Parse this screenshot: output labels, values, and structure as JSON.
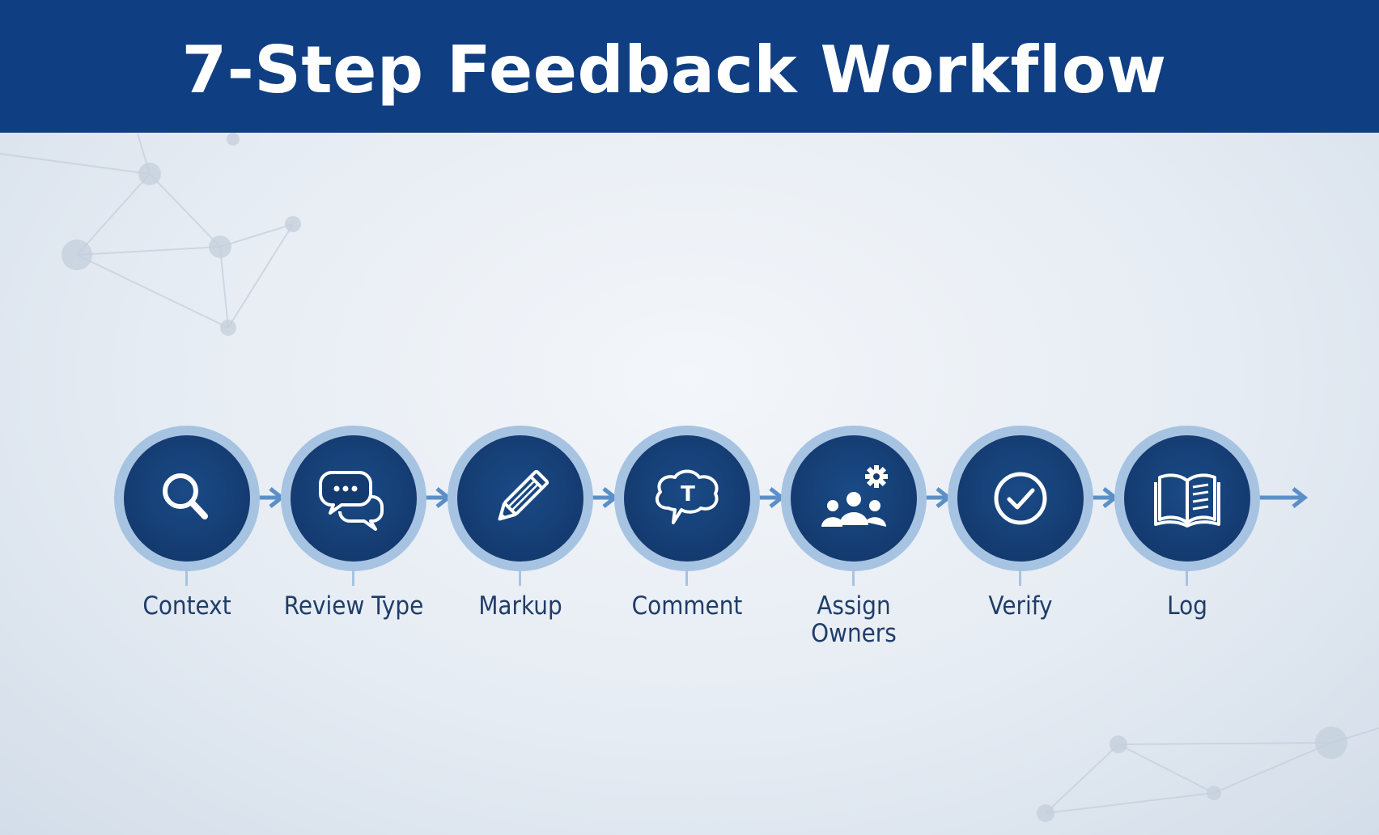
{
  "header": {
    "title": "7-Step Feedback Workflow"
  },
  "colors": {
    "header_bg": "#0f3f82",
    "circle": "#143b70",
    "ring": "#a7c3e2",
    "arrow": "#5b8fc8",
    "label": "#1f3d68"
  },
  "steps": [
    {
      "label": "Context",
      "icon": "magnifier-icon"
    },
    {
      "label": "Review Type",
      "icon": "chat-bubbles-icon"
    },
    {
      "label": "Markup",
      "icon": "pencil-icon"
    },
    {
      "label": "Comment",
      "icon": "text-bubble-icon"
    },
    {
      "label": "Assign Owners",
      "icon": "team-gear-icon"
    },
    {
      "label": "Verify",
      "icon": "check-circle-icon"
    },
    {
      "label": "Log",
      "icon": "open-book-icon"
    }
  ]
}
